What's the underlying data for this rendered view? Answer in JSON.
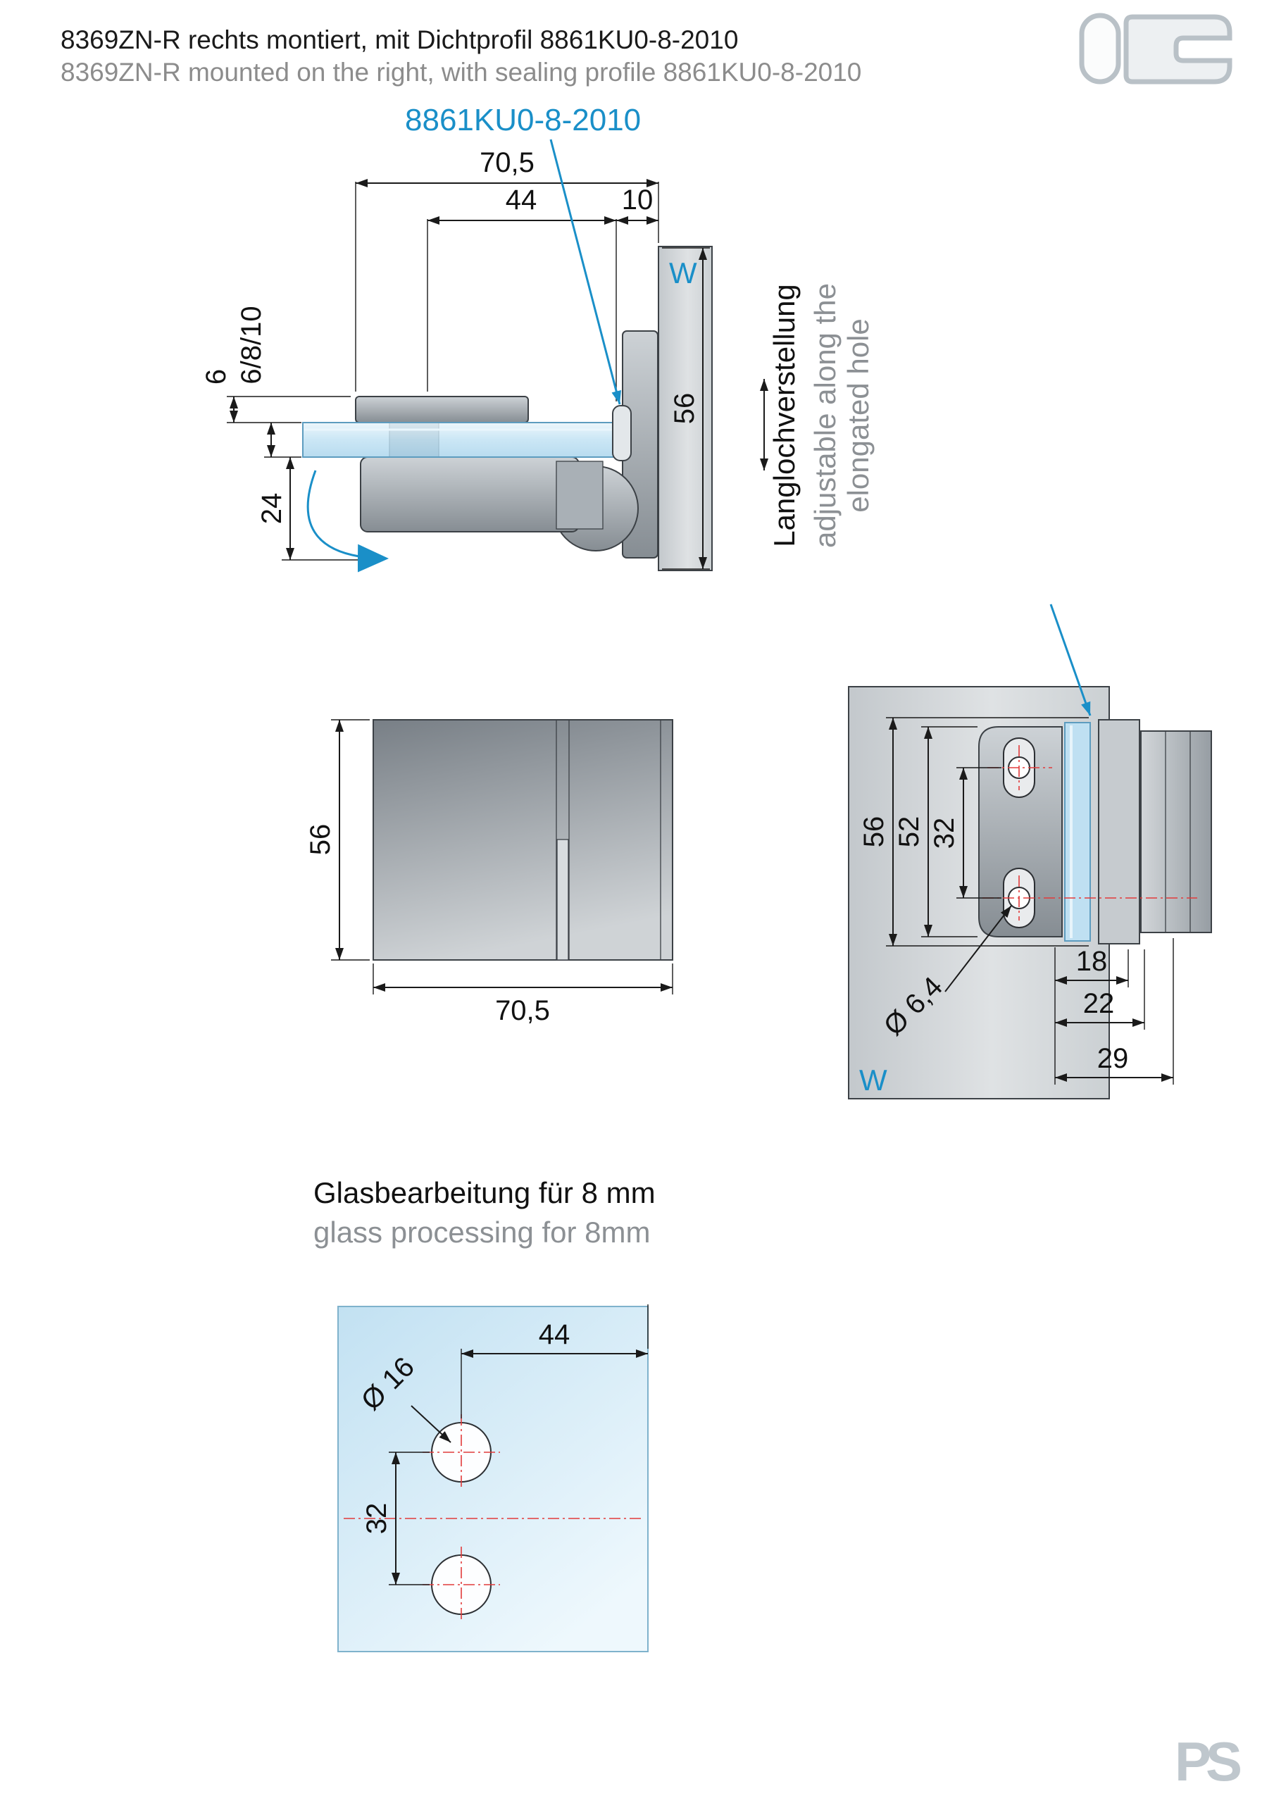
{
  "header": {
    "title_de": "8369ZN-R rechts montiert, mit Dichtprofil 8861KU0-8-2010",
    "title_en": "8369ZN-R mounted on the right, with sealing profile 8861KU0-8-2010"
  },
  "callout": {
    "seal_label": "8861KU0-8-2010"
  },
  "side_view": {
    "dim_total_width": "70,5",
    "dim_hole_offset": "44",
    "dim_wall_gap": "10",
    "dim_clamp": "6",
    "dim_glass_thickness": "6/8/10",
    "dim_body_height": "24",
    "dim_plate_height": "56",
    "wall_label": "W",
    "note_de": "Langlochverstellung",
    "note_en_line1": "adjustable along the",
    "note_en_line2": "elongated hole"
  },
  "front_view": {
    "dim_height": "56",
    "dim_width": "70,5"
  },
  "mount_view": {
    "dim_height_56": "56",
    "dim_height_52": "52",
    "dim_hole_spacing": "32",
    "dim_hole_dia": "Ø 6,4",
    "dim_18": "18",
    "dim_22": "22",
    "dim_29": "29",
    "wall_label": "W"
  },
  "glass_view": {
    "title_de": "Glasbearbeitung für 8 mm",
    "title_en": "glass processing for 8mm",
    "dim_edge_offset": "44",
    "dim_hole_dia": "Ø 16",
    "dim_hole_spacing": "32"
  },
  "footer": {
    "logo": "PS"
  },
  "colors": {
    "accent_blue": "#1a8fc8",
    "dim_red": "#e23b3b",
    "glass_blue": "#cfe8f6",
    "metal_gray": "#a9b0b6"
  }
}
